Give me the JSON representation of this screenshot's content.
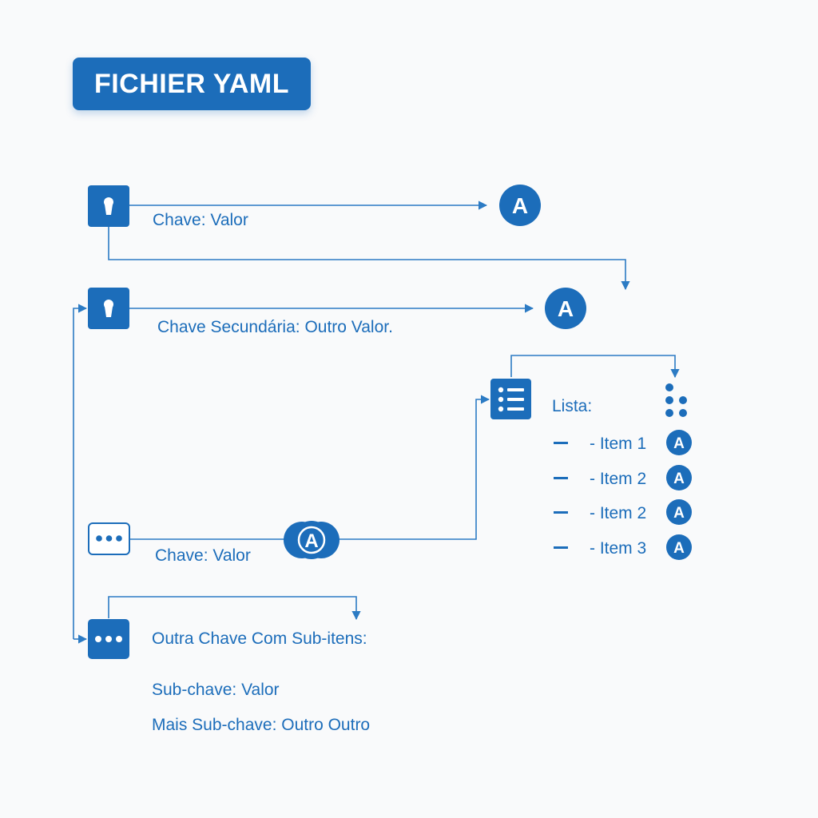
{
  "title": "FICHIER YAML",
  "colors": {
    "accent": "#1c6dba",
    "line": "#2c7bc4",
    "background": "#f9fafb"
  },
  "nodes": {
    "key1": {
      "label": "Chave: Valor",
      "icon": "keyhole-icon",
      "badge": "A"
    },
    "key2": {
      "label": "Chave Secundária: Outro Valor.",
      "icon": "keyhole-icon",
      "badge": "A"
    },
    "key3": {
      "label": "Chave: Valor",
      "icon": "ellipsis-icon",
      "badge": "A"
    },
    "key4": {
      "label": "Outra Chave Com Sub-itens:",
      "icon": "ellipsis-icon"
    },
    "list": {
      "label": "Lista:",
      "icon": "list-icon",
      "extra_icon": "dots-grid-icon"
    }
  },
  "list_items": [
    {
      "dash": "–",
      "label": "- Item 1",
      "badge": "A"
    },
    {
      "dash": "–",
      "label": "- Item 2",
      "badge": "A"
    },
    {
      "dash": "–",
      "label": "- Item 2",
      "badge": "A"
    },
    {
      "dash": "–",
      "label": "- Item 3",
      "badge": "A"
    }
  ],
  "sub_items": [
    {
      "label": "Sub-chave: Valor"
    },
    {
      "label": "Mais Sub-chave: Outro Outro"
    }
  ]
}
